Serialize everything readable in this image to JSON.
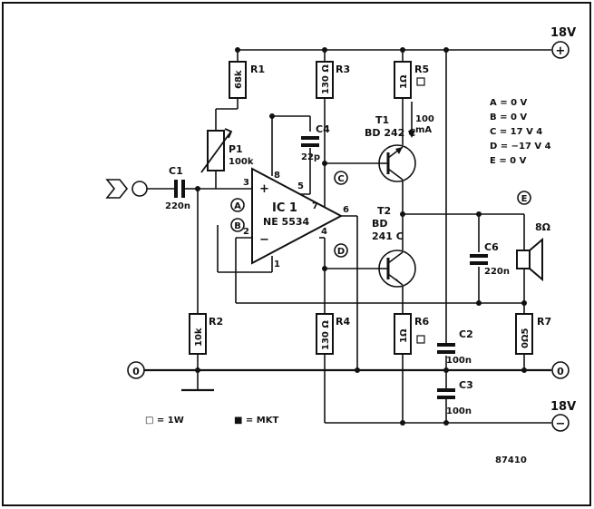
{
  "supply": {
    "pos_label": "18V",
    "neg_label": "18V",
    "pos_sign": "+",
    "neg_sign": "−",
    "gnd_label": "0"
  },
  "resistors": {
    "R1": {
      "name": "R1",
      "value": "68k"
    },
    "R2": {
      "name": "R2",
      "value": "10k"
    },
    "R3": {
      "name": "R3",
      "value": "130 Ω"
    },
    "R4": {
      "name": "R4",
      "value": "130 Ω"
    },
    "R5": {
      "name": "R5",
      "value": "1Ω"
    },
    "R6": {
      "name": "R6",
      "value": "1Ω"
    },
    "R7": {
      "name": "R7",
      "value": "0Ω5"
    }
  },
  "pot": {
    "name": "P1",
    "value": "100k"
  },
  "capacitors": {
    "C1": {
      "name": "C1",
      "value": "220n"
    },
    "C2": {
      "name": "C2",
      "value": "100n"
    },
    "C3": {
      "name": "C3",
      "value": "100n"
    },
    "C4": {
      "name": "C4",
      "value": "22p"
    },
    "C6": {
      "name": "C6",
      "value": "220n"
    }
  },
  "ic": {
    "name": "IC 1",
    "part": "NE 5534",
    "pins": {
      "p2": "2",
      "p3": "3",
      "p4": "4",
      "p5": "5",
      "p6": "6",
      "p7": "7",
      "p8": "8",
      "p1": "1"
    },
    "plus": "+",
    "minus": "−"
  },
  "transistors": {
    "T1": {
      "name": "T1",
      "part": "BD 242 C"
    },
    "T2": {
      "name": "T2",
      "part_line1": "BD",
      "part_line2": "241 C"
    }
  },
  "current": {
    "value": "100",
    "unit": "mA"
  },
  "speaker": {
    "value": "8Ω"
  },
  "test_points": {
    "A": "A",
    "B": "B",
    "C": "C",
    "D": "D",
    "E": "E"
  },
  "voltages": [
    "A = 0 V",
    "B = 0 V",
    "C = 17 V 4",
    "D = −17 V 4",
    "E = 0 V"
  ],
  "legend": {
    "square": "□ = 1W",
    "filled": "■ = MKT"
  },
  "figure_number": "87410"
}
